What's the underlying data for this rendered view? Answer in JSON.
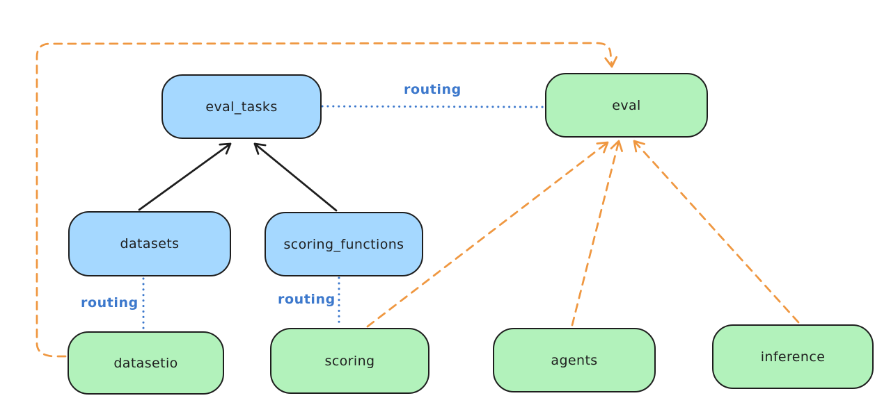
{
  "diagram": {
    "nodes": {
      "eval_tasks": {
        "label": "eval_tasks",
        "fill": "#a5d8ff"
      },
      "eval": {
        "label": "eval",
        "fill": "#b2f2bb"
      },
      "datasets": {
        "label": "datasets",
        "fill": "#a5d8ff"
      },
      "scoring_functions": {
        "label": "scoring_functions",
        "fill": "#a5d8ff"
      },
      "datasetio": {
        "label": "datasetio",
        "fill": "#b2f2bb"
      },
      "scoring": {
        "label": "scoring",
        "fill": "#b2f2bb"
      },
      "agents": {
        "label": "agents",
        "fill": "#b2f2bb"
      },
      "inference": {
        "label": "inference",
        "fill": "#b2f2bb"
      }
    },
    "edge_labels": {
      "eval_tasks_to_eval": "routing",
      "datasets_to_datasetio": "routing",
      "scoring_functions_to_scoring": "routing"
    },
    "edges": [
      {
        "from": "eval_tasks",
        "to": "eval",
        "style": "dotted-blue",
        "label": "routing"
      },
      {
        "from": "datasets",
        "to": "eval_tasks",
        "style": "solid-black-arrow"
      },
      {
        "from": "scoring_functions",
        "to": "eval_tasks",
        "style": "solid-black-arrow"
      },
      {
        "from": "datasets",
        "to": "datasetio",
        "style": "dotted-blue",
        "label": "routing"
      },
      {
        "from": "scoring_functions",
        "to": "scoring",
        "style": "dotted-blue",
        "label": "routing"
      },
      {
        "from": "datasetio",
        "to": "eval",
        "style": "dashed-orange-arrow"
      },
      {
        "from": "scoring",
        "to": "eval",
        "style": "dashed-orange-arrow"
      },
      {
        "from": "agents",
        "to": "eval",
        "style": "dashed-orange-arrow"
      },
      {
        "from": "inference",
        "to": "eval",
        "style": "dashed-orange-arrow"
      }
    ],
    "colors": {
      "blue_node_fill": "#a5d8ff",
      "green_node_fill": "#b2f2bb",
      "node_stroke": "#1e1e1e",
      "routing_line_blue": "#3c78cc",
      "provider_arrow_orange": "#ef9740",
      "dependency_arrow_black": "#1e1e1e",
      "background": "#ffffff"
    }
  }
}
